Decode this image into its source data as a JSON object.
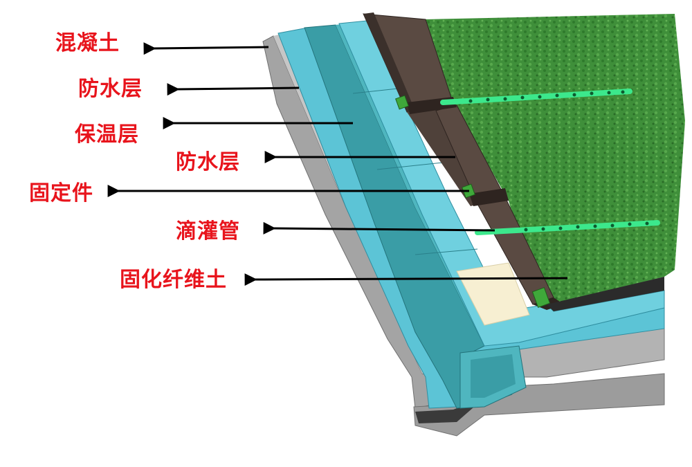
{
  "diagram": {
    "labels": {
      "concrete": "混凝土",
      "waterproof_layer_1": "防水层",
      "insulation_layer": "保温层",
      "waterproof_layer_2": "防水层",
      "fixture": "固定件",
      "drip_irrigation_pipe": "滴灌管",
      "solidified_fiber_soil": "固化纤维土"
    },
    "colors": {
      "label_text": "#e8141c",
      "arrow": "#000000",
      "concrete": "#9a9a9a",
      "waterproof": "#5cc4d6",
      "insulation": "#3a9da6",
      "retaining_beam": "#5a4a42",
      "grass": "#3f8f3a",
      "drip_pipe": "#3ce88c",
      "fixture": "#3fa83a",
      "fiber_soil_patch": "#f7efd2"
    }
  }
}
